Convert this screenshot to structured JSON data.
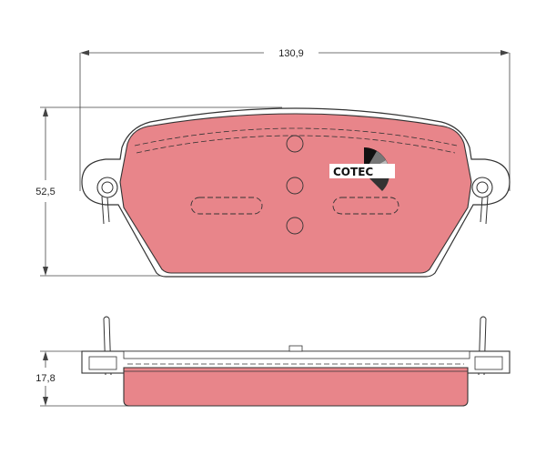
{
  "dimensions": {
    "width_label": "130,9",
    "height_label": "52,5",
    "thickness_label": "17,8"
  },
  "logo": {
    "text": "COTEC"
  },
  "colors": {
    "pad_fill": "#e8858a",
    "line": "#333333",
    "dim_line": "#444444"
  },
  "icons": {
    "logo_mark": "gauge-quarter-circle-icon"
  }
}
